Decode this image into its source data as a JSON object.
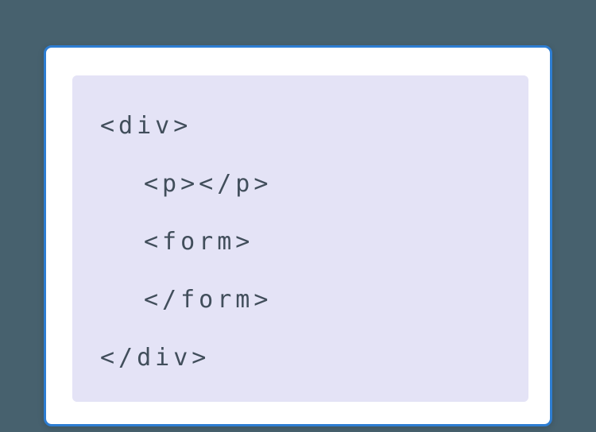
{
  "page": {
    "background_color": "#47616e"
  },
  "card": {
    "background_color": "#ffffff",
    "border_color": "#2d7dd2"
  },
  "code_panel": {
    "background_color": "#e4e3f6",
    "text_color": "#414e5b",
    "lines": [
      {
        "indent": 0,
        "text": "<div>"
      },
      {
        "indent": 1,
        "text": "<p></p>"
      },
      {
        "indent": 1,
        "text": "<form>"
      },
      {
        "indent": 1,
        "text": "</form>"
      },
      {
        "indent": 0,
        "text": "</div>"
      }
    ]
  }
}
